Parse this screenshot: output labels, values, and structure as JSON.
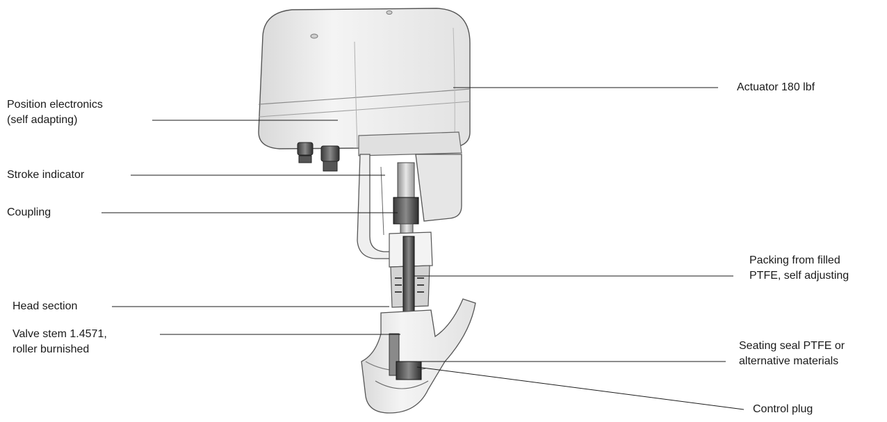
{
  "labels": {
    "position_electronics": [
      "Position electronics",
      "(self adapting)"
    ],
    "stroke_indicator": [
      "Stroke indicator"
    ],
    "coupling": [
      "Coupling"
    ],
    "head_section": [
      "Head section"
    ],
    "valve_stem": [
      "Valve stem 1.4571,",
      "roller burnished"
    ],
    "actuator": [
      "Actuator 180 lbf"
    ],
    "packing": [
      "Packing from filled",
      "PTFE, self adjusting"
    ],
    "seating_seal": [
      "Seating seal PTFE or",
      "alternative materials"
    ],
    "control_plug": [
      "Control plug"
    ]
  }
}
